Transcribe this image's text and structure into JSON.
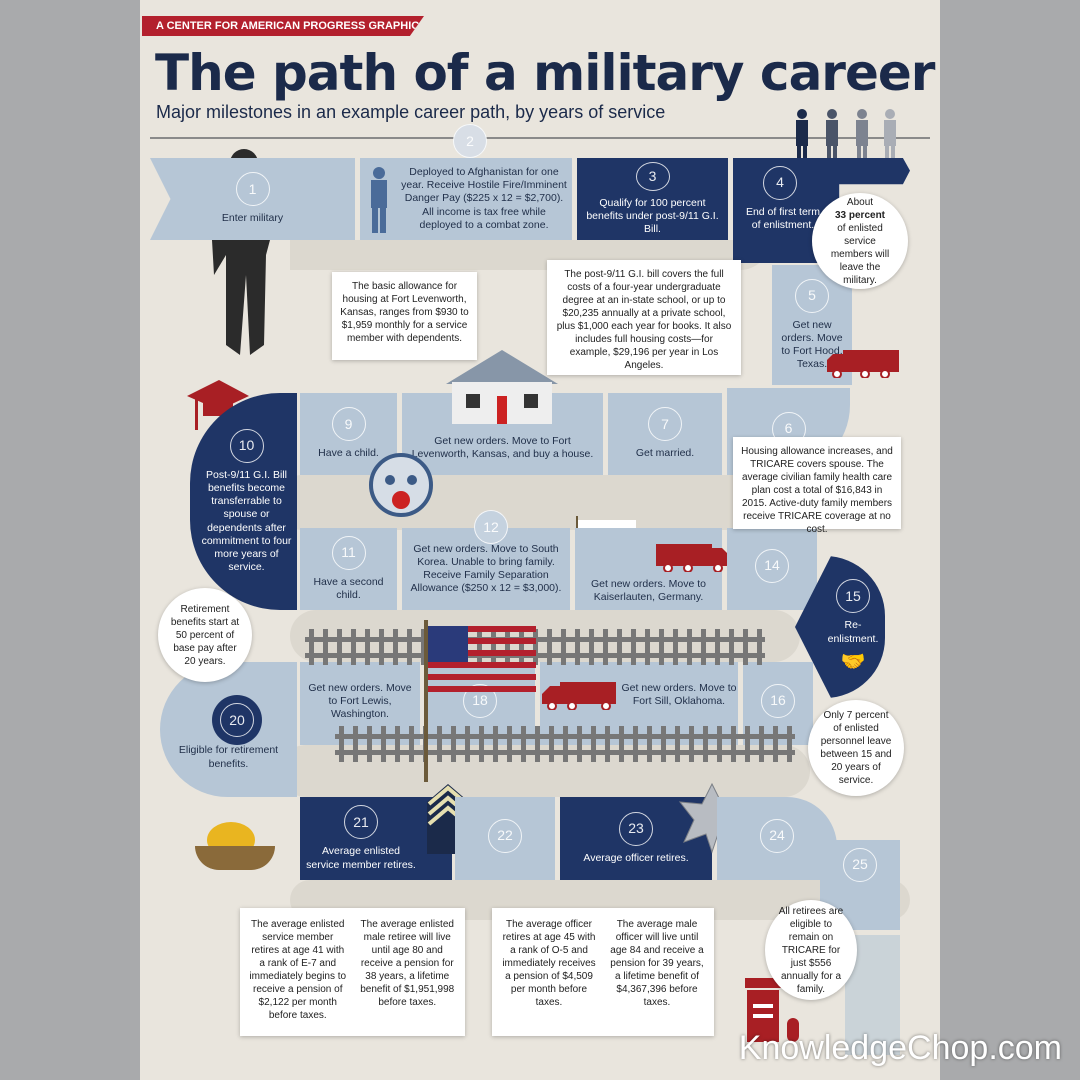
{
  "header": {
    "tag": "A CENTER FOR AMERICAN PROGRESS GRAPHIC",
    "title": "The path of a military career",
    "subtitle": "Major milestones in an example career path, by years of service"
  },
  "colors": {
    "navy": "#1f3566",
    "light_tile": "#b6c6d6",
    "accent_red": "#b3202d",
    "background": "#e9e5dd"
  },
  "steps": [
    {
      "num": "1",
      "text": "Enter military"
    },
    {
      "num": "2",
      "text": "Deployed to Afghanistan for one year. Receive Hostile Fire/Imminent Danger Pay ($225 x 12 = $2,700). All income is tax free while deployed to a combat zone."
    },
    {
      "num": "3",
      "text": "Qualify for 100 percent benefits under post-9/11 G.I. Bill."
    },
    {
      "num": "4",
      "text": "End of first term of enlistment."
    },
    {
      "num": "5",
      "text": "Get new orders. Move to Fort Hood, Texas."
    },
    {
      "num": "6",
      "text": ""
    },
    {
      "num": "7",
      "text": "Get married."
    },
    {
      "num": "",
      "text": "Get new orders. Move to Fort Levenworth, Kansas, and buy a house."
    },
    {
      "num": "9",
      "text": "Have a child."
    },
    {
      "num": "10",
      "text": "Post-9/11 G.I. Bill benefits become transferrable to spouse or dependents after commitment to four more years of service."
    },
    {
      "num": "11",
      "text": "Have a second child."
    },
    {
      "num": "12",
      "text": "Get new orders. Move to South Korea. Unable to bring family. Receive Family Separation Allowance ($250 x 12 = $3,000)."
    },
    {
      "num": "",
      "text": "Get new orders. Move to Kaiserlauten, Germany."
    },
    {
      "num": "14",
      "text": ""
    },
    {
      "num": "15",
      "text": "Re-enlistment."
    },
    {
      "num": "16",
      "text": ""
    },
    {
      "num": "",
      "text": "Get new orders. Move to Fort Sill, Oklahoma."
    },
    {
      "num": "18",
      "text": ""
    },
    {
      "num": "",
      "text": "Get new orders. Move to Fort Lewis, Washington."
    },
    {
      "num": "20",
      "text": "Eligible for retirement benefits."
    },
    {
      "num": "21",
      "text": "Average enlisted service member retires."
    },
    {
      "num": "22",
      "text": ""
    },
    {
      "num": "23",
      "text": "Average officer retires."
    },
    {
      "num": "24",
      "text": ""
    },
    {
      "num": "25",
      "text": ""
    }
  ],
  "callouts": {
    "leave33_pre": "About",
    "leave33_bold": "33 percent",
    "leave33_post": "of enlisted service members will leave the military.",
    "housing": "The basic allowance for housing at Fort Levenworth, Kansas, ranges from $930 to $1,959 monthly for a service member with dependents.",
    "gibill": "The post-9/11 G.I. bill covers the full costs of a four-year undergraduate degree at an in-state school, or up to $20,235 annually at a private school, plus $1,000 each year for books. It also includes full housing costs—for example, $29,196 per year in Los Angeles.",
    "tricare_spouse": "Housing allowance increases, and TRICARE covers spouse. The average civilian family health care plan cost a total of $16,843 in 2015. Active-duty family members receive TRICARE coverage at no cost.",
    "retire_benefits": "Retirement benefits start at 50 percent of base pay after 20 years.",
    "leave7": "Only 7 percent of enlisted personnel leave between 15 and 20 years of service.",
    "enlisted_a": "The average enlisted service member retires at age 41 with a rank of E-7 and immediately begins to receive a pension of $2,122 per month before taxes.",
    "enlisted_b": "The average enlisted male retiree will live until age 80 and receive a pension for 38 years, a lifetime benefit of $1,951,998 before taxes.",
    "officer_a": "The average officer retires at age 45 with a rank of O-5 and immediately receives a pension of $4,509 per month before taxes.",
    "officer_b": "The average male officer will live until age 84 and receive a pension for 39 years, a lifetime benefit of $4,367,396 before taxes.",
    "tricare_retiree": "All retirees are eligible to remain on TRICARE for just $556 annually for a family."
  },
  "watermark": "KnowledgeChop.com"
}
